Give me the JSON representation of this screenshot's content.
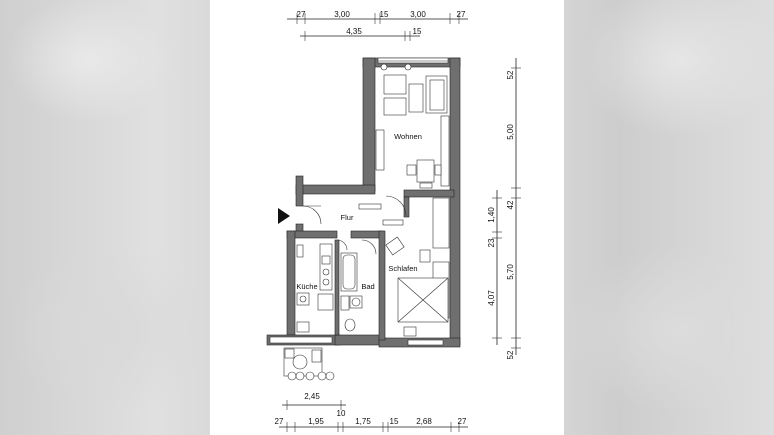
{
  "rooms": {
    "wohnen": "Wohnen",
    "flur": "Flur",
    "kueche": "Küche",
    "bad": "Bad",
    "schlafen": "Schlafen"
  },
  "dims_top": {
    "row1": [
      "27",
      "3,00",
      "15",
      "3,00",
      "27"
    ],
    "row2": [
      "4,35",
      "15"
    ]
  },
  "dims_right": {
    "outer": [
      "52",
      "5,00",
      "42",
      "5,70",
      "52"
    ],
    "inner": [
      "1,40",
      "23",
      "4,07"
    ]
  },
  "dims_bottom": {
    "row1": [
      "2,45"
    ],
    "mid": "10",
    "row2": [
      "27",
      "1,95",
      "1,75",
      "15",
      "2,68",
      "27"
    ]
  },
  "icons": {
    "entrance": "entrance-arrow-icon"
  }
}
